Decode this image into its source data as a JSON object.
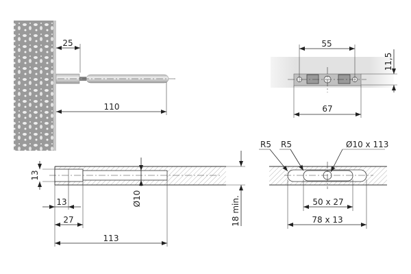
{
  "side_view": {
    "dim_plug_depth": "25",
    "dim_total_length": "110"
  },
  "bracket_view": {
    "dim_hole_spacing": "55",
    "dim_bracket_width": "67",
    "dim_offset": "11,5"
  },
  "section_view": {
    "dim_counterbore_dia": "13",
    "dim_counterbore_depth": "13",
    "dim_bore_depth": "27",
    "dim_total_depth": "113",
    "dim_hole_dia": "Ø10",
    "dim_min_thickness": "18 min."
  },
  "slot_view": {
    "label_radius_1": "R5",
    "label_radius_2": "R5",
    "label_hole": "Ø10 x 113",
    "dim_inner_slot": "50 x 27",
    "dim_outer_slot": "78 x 13"
  }
}
